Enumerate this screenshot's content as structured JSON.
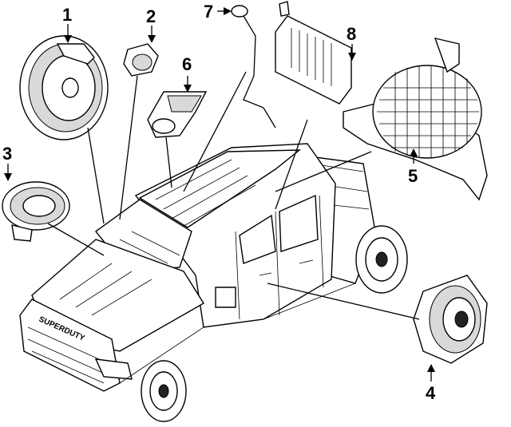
{
  "callouts": [
    {
      "id": "1",
      "label": "1"
    },
    {
      "id": "2",
      "label": "2"
    },
    {
      "id": "3",
      "label": "3"
    },
    {
      "id": "4",
      "label": "4"
    },
    {
      "id": "5",
      "label": "5"
    },
    {
      "id": "6",
      "label": "6"
    },
    {
      "id": "7",
      "label": "7"
    },
    {
      "id": "8",
      "label": "8"
    }
  ],
  "vehicle": {
    "badge_text": "SUPERDUTY"
  },
  "colors": {
    "line": "#000000",
    "background": "#ffffff",
    "shading": "#d9d9d9"
  }
}
